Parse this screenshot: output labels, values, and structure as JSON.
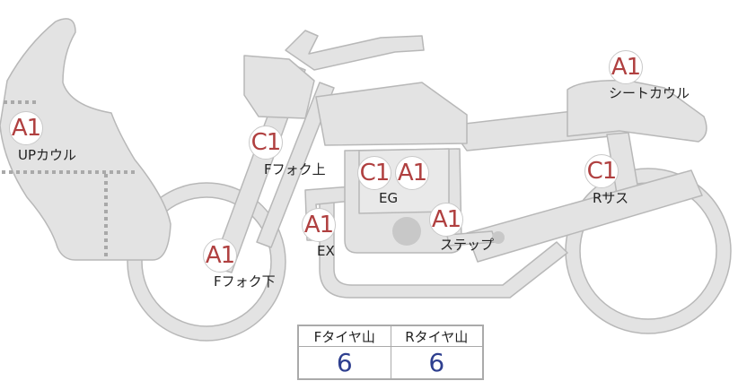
{
  "colors": {
    "part_fill": "#e3e3e3",
    "part_stroke": "#b8b8b8",
    "dash": "#a9a9a9",
    "badge_text": "#b04040",
    "value_text": "#2e3f8f"
  },
  "markers": [
    {
      "id": "upcowl",
      "grade": "A1",
      "label": "UPカウル"
    },
    {
      "id": "ffork-upper",
      "grade": "C1",
      "label": "Fフォク上"
    },
    {
      "id": "engine-c",
      "grade": "C1",
      "label": ""
    },
    {
      "id": "engine-a",
      "grade": "A1",
      "label": "EG"
    },
    {
      "id": "exhaust",
      "grade": "A1",
      "label": "EX"
    },
    {
      "id": "step",
      "grade": "A1",
      "label": "ステップ"
    },
    {
      "id": "ffork-lower",
      "grade": "A1",
      "label": "Fフォク下"
    },
    {
      "id": "seat-cowl",
      "grade": "A1",
      "label": "シートカウル"
    },
    {
      "id": "r-suspension",
      "grade": "C1",
      "label": "Rサス"
    }
  ],
  "tread_table": {
    "headers": [
      "Fタイヤ山",
      "Rタイヤ山"
    ],
    "values": [
      "6",
      "6"
    ]
  }
}
